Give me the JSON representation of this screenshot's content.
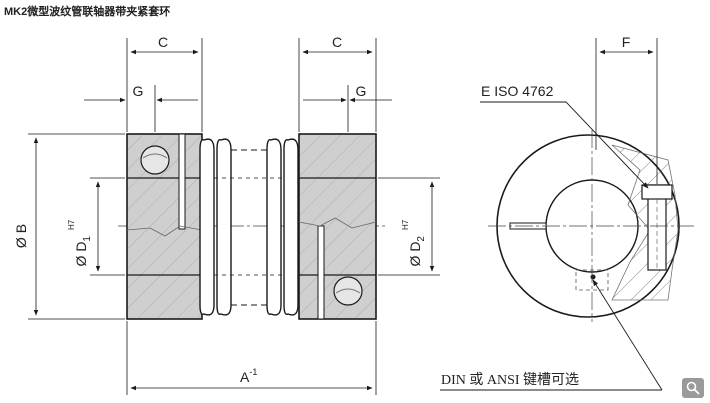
{
  "page": {
    "title": "MK2微型波纹管联轴器带夹紧套环"
  },
  "labels": {
    "c_left": "C",
    "c_right": "C",
    "g_left": "G",
    "g_right": "G",
    "f": "F",
    "b": "Ø B",
    "d1_main": "Ø D",
    "d1_sub": "1",
    "d1_sup": "H7",
    "d2_main": "Ø D",
    "d2_sub": "2",
    "d2_sup": "H7",
    "a_main": "A",
    "a_sup": "-1",
    "iso": "E ISO 4762",
    "din": "DIN 或 ANSI 键槽可选"
  },
  "icons": {
    "zoom": "zoom-icon"
  },
  "colors": {
    "metal": "#cfcfcf",
    "line": "#1a1a1a",
    "zoom_bg": "#9a9a9a"
  }
}
